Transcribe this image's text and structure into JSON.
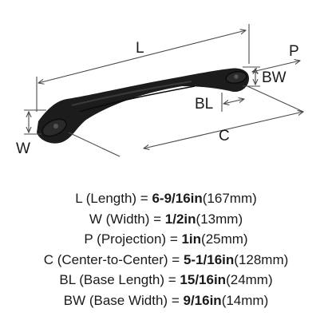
{
  "diagram": {
    "labels": {
      "L": "L",
      "P": "P",
      "BW": "BW",
      "BL": "BL",
      "C": "C",
      "W": "W"
    }
  },
  "specs": [
    {
      "name": "L",
      "desc": " (Length) = ",
      "value": "6-9/16in",
      "metric": "(167mm)"
    },
    {
      "name": "W",
      "desc": " (Width) = ",
      "value": "1/2in",
      "metric": "(13mm)"
    },
    {
      "name": "P",
      "desc": " (Projection) = ",
      "value": "1in",
      "metric": "(25mm)"
    },
    {
      "name": "C",
      "desc": " (Center-to-Center) = ",
      "value": "5-1/16in",
      "metric": "(128mm)"
    },
    {
      "name": "BL",
      "desc": " (Base Length) = ",
      "value": "15/16in",
      "metric": "(24mm)"
    },
    {
      "name": "BW",
      "desc": " (Base Width) = ",
      "value": "9/16in",
      "metric": "(14mm)"
    }
  ],
  "colors": {
    "handle": "#1c1c1c",
    "lines": "#4a4a4a",
    "text": "#1a1a1a"
  }
}
